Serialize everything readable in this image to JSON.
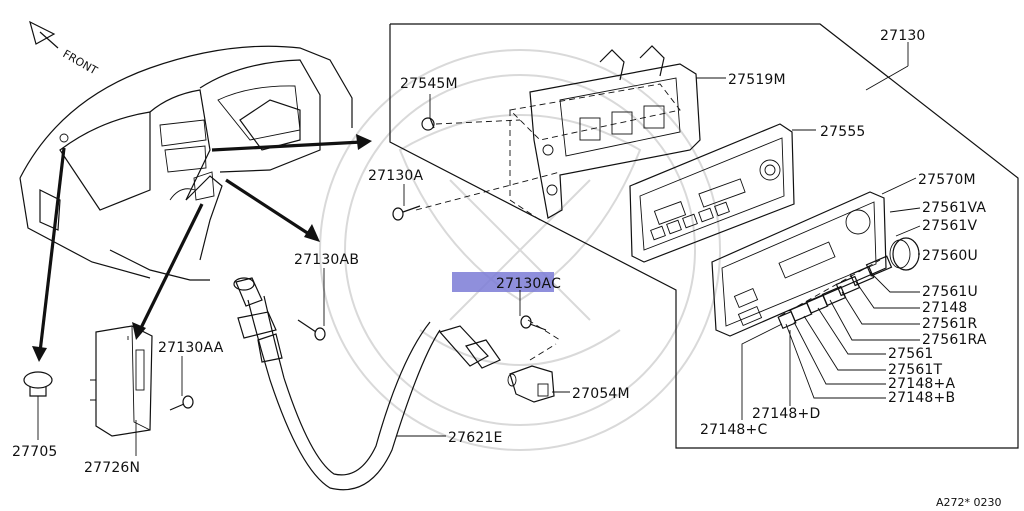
{
  "front_label": "FRONT",
  "parts": {
    "p27130": "27130",
    "p27545M": "27545M",
    "p27519M": "27519M",
    "p27555": "27555",
    "p27130A": "27130A",
    "p27570M": "27570M",
    "p27561VA": "27561VA",
    "p27561V": "27561V",
    "p27560U": "27560U",
    "p27130AB": "27130AB",
    "p27130AC": "27130AC",
    "p27561U": "27561U",
    "p27148": "27148",
    "p27561R": "27561R",
    "p27561RA": "27561RA",
    "p27561": "27561",
    "p27561T": "27561T",
    "p27148A": "27148+A",
    "p27148B": "27148+B",
    "p27148D": "27148+D",
    "p27148C": "27148+C",
    "p27054M": "27054M",
    "p27130AA": "27130AA",
    "p27621E": "27621E",
    "p27705": "27705",
    "p27726N": "27726N"
  },
  "highlight": {
    "color": "#7b7bd6",
    "label_ref": "p27130AC"
  },
  "footer_code": "A272* 0230"
}
